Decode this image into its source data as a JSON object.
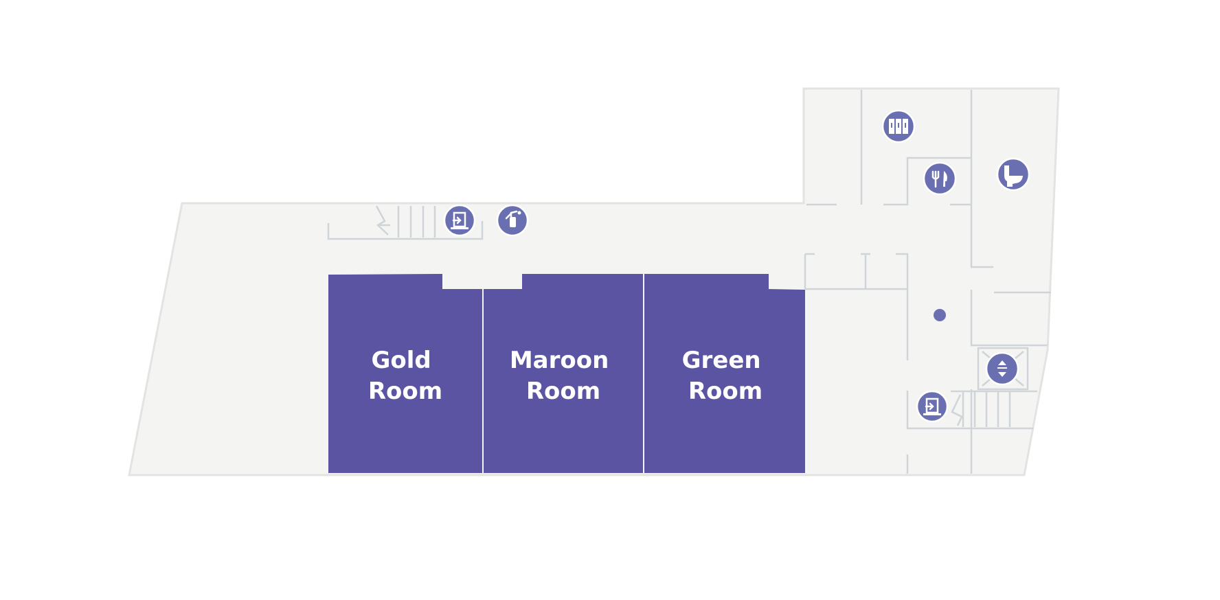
{
  "colors": {
    "background": "#ffffff",
    "floor": "#f4f4f3",
    "floor_outline": "#e3e4e2",
    "room_fill": "#5a54a2",
    "room_divider": "#ffffff",
    "wall": "#cfd4d9",
    "poi_fill": "#6a6fb1"
  },
  "rooms": [
    {
      "id": "gold",
      "line1": "Gold",
      "line2": "Room"
    },
    {
      "id": "maroon",
      "line1": "Maroon",
      "line2": "Room"
    },
    {
      "id": "green",
      "line1": "Green",
      "line2": "Room"
    }
  ],
  "pois": [
    {
      "id": "emergency-exit-upper",
      "icon": "emergency-exit-icon"
    },
    {
      "id": "fire-extinguisher",
      "icon": "fire-extinguisher-icon"
    },
    {
      "id": "lockers",
      "icon": "lockers-icon"
    },
    {
      "id": "restaurant",
      "icon": "fork-knife-icon"
    },
    {
      "id": "restroom",
      "icon": "toilet-icon"
    },
    {
      "id": "location-dot",
      "icon": "location-dot-icon"
    },
    {
      "id": "elevator",
      "icon": "elevator-icon"
    },
    {
      "id": "emergency-exit-lower",
      "icon": "emergency-exit-icon"
    }
  ]
}
